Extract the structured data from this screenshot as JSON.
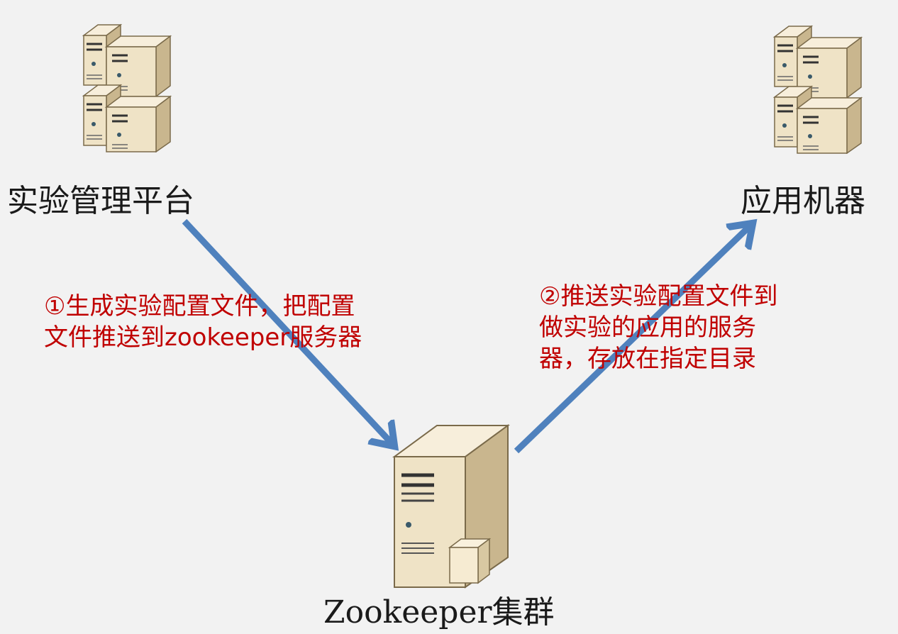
{
  "nodes": {
    "platform": {
      "label": "实验管理平台"
    },
    "app": {
      "label": "应用机器"
    },
    "zookeeper": {
      "label": "Zookeeper集群"
    }
  },
  "steps": {
    "step1": {
      "lines": [
        "①生成实验配置文件，把配置",
        "文件推送到zookeeper服务器"
      ]
    },
    "step2": {
      "lines": [
        "②推送实验配置文件到",
        "做实验的应用的服务",
        "器，存放在指定目录"
      ]
    }
  },
  "colors": {
    "background": "#f2f2f2",
    "arrow": "#4f81bd",
    "annotation": "#c00000",
    "server_body": "#efe3c6",
    "server_side": "#c9b68e"
  },
  "icons": {
    "platform": "server-cluster-icon",
    "app": "server-cluster-icon",
    "zookeeper": "server-with-folder-icon"
  }
}
